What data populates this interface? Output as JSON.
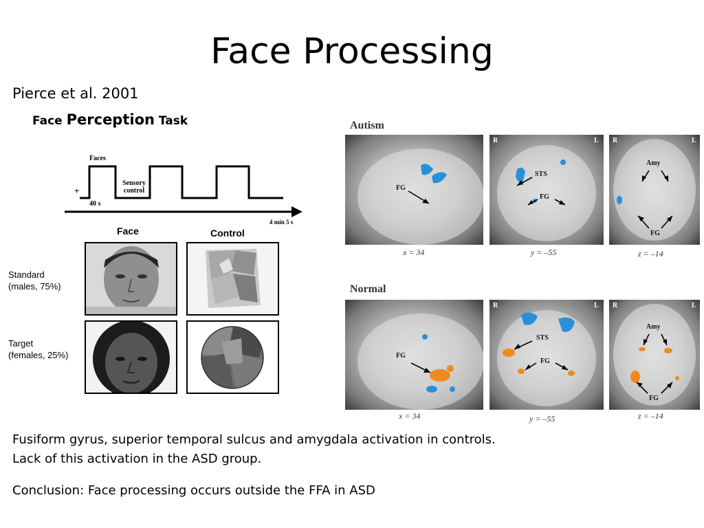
{
  "slide": {
    "title": "Face Processing",
    "citation": "Pierce et al. 2001",
    "task": {
      "part1": "Face ",
      "part2": "Perception",
      "part3": " Task"
    }
  },
  "timeline": {
    "faces_label": "Faces",
    "plus_label": "+",
    "duration_label": "40 s",
    "sensory_label_line1": "Sensory",
    "sensory_label_line2": "control",
    "total_label": "4 min 5 s"
  },
  "stimuli": {
    "col_face": "Face",
    "col_control": "Control",
    "row_standard_line1": "Standard",
    "row_standard_line2": "(males, 75%)",
    "row_target_line1": "Target",
    "row_target_line2": "(females, 25%)"
  },
  "scans": {
    "autism_label": "Autism",
    "normal_label": "Normal",
    "side_r": "R",
    "side_l": "L",
    "label_fg": "FG",
    "label_sts": "STS",
    "label_amy": "Amy",
    "coord_x": "x = 34",
    "coord_y": "y = –55",
    "coord_z": "z = –14",
    "activation_colors": {
      "deactivation": "#2a8fd8",
      "activation": "#f08a1c"
    }
  },
  "bottom": {
    "line1": "Fusiform gyrus, superior temporal sulcus and amygdala activation in controls.",
    "line2": "Lack of this activation in the ASD group.",
    "line3": "Conclusion: Face processing occurs outside the FFA in ASD"
  }
}
